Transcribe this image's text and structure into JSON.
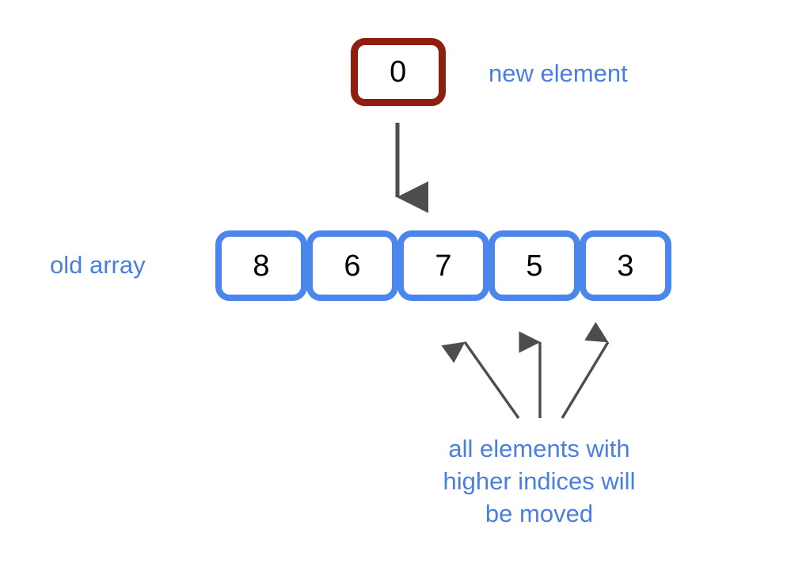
{
  "diagram": {
    "title": "array insertion diagram",
    "background_color": "#ffffff",
    "colors": {
      "new_element_border": "#8f1d10",
      "array_cell_border": "#4a86eb",
      "label_text": "#4a7fe0",
      "arrow": "#4d4d4d",
      "value_text": "#000000"
    },
    "new_element": {
      "value": "0",
      "label": "new element"
    },
    "old_array": {
      "label": "old array",
      "cells": [
        {
          "value": "8",
          "index": 0
        },
        {
          "value": "6",
          "index": 1
        },
        {
          "value": "7",
          "index": 2
        },
        {
          "value": "5",
          "index": 3
        },
        {
          "value": "3",
          "index": 4
        }
      ]
    },
    "note": {
      "lines": [
        "all elements with",
        "higher indices will",
        "be moved"
      ]
    },
    "arrows": [
      {
        "name": "insertion-arrow",
        "from": "new-element-box",
        "to": "array-cell-index-2",
        "direction": "down"
      },
      {
        "name": "shift-arrow-left",
        "from": "note",
        "to": "array-cell-index-2",
        "direction": "up-left"
      },
      {
        "name": "shift-arrow-middle",
        "from": "note",
        "to": "array-cell-index-3",
        "direction": "up"
      },
      {
        "name": "shift-arrow-right",
        "from": "note",
        "to": "array-cell-index-4",
        "direction": "up-right"
      }
    ]
  }
}
